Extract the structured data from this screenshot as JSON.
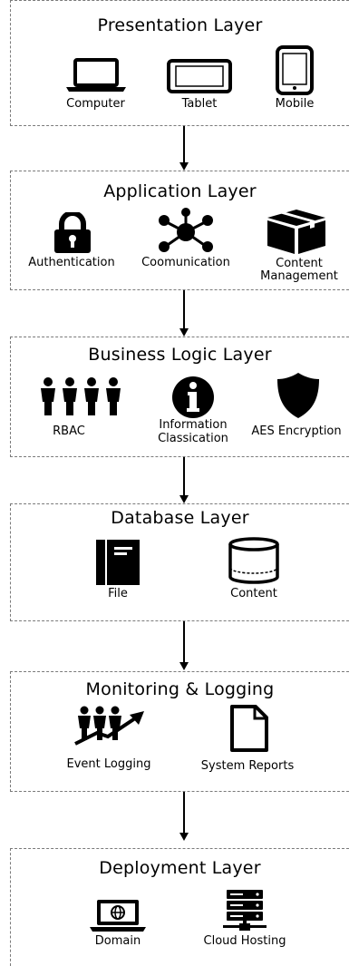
{
  "layers": [
    {
      "title": "Presentation Layer",
      "items": [
        {
          "label": "Computer",
          "icon": "laptop-icon"
        },
        {
          "label": "Tablet",
          "icon": "tablet-icon"
        },
        {
          "label": "Mobile",
          "icon": "mobile-icon"
        }
      ]
    },
    {
      "title": "Application Layer",
      "items": [
        {
          "label": "Authentication",
          "icon": "lock-icon"
        },
        {
          "label": "Coomunication",
          "icon": "network-hub-icon"
        },
        {
          "label": "Content",
          "label2": "Management",
          "icon": "box-icon"
        }
      ]
    },
    {
      "title": "Business Logic Layer",
      "items": [
        {
          "label": "RBAC",
          "icon": "people-group-icon"
        },
        {
          "label": "Information",
          "label2": "Classication",
          "icon": "info-icon"
        },
        {
          "label": "AES Encryption",
          "icon": "shield-icon"
        }
      ]
    },
    {
      "title": "Database Layer",
      "items": [
        {
          "label": "File",
          "icon": "book-icon"
        },
        {
          "label": "Content",
          "icon": "database-icon"
        }
      ]
    },
    {
      "title": "Monitoring & Logging",
      "items": [
        {
          "label": "Event Logging",
          "icon": "people-trend-icon"
        },
        {
          "label": "System Reports",
          "icon": "document-icon"
        }
      ]
    },
    {
      "title": "Deployment Layer",
      "items": [
        {
          "label": "Domain",
          "icon": "globe-laptop-icon"
        },
        {
          "label": "Cloud Hosting",
          "icon": "server-icon"
        }
      ]
    }
  ]
}
